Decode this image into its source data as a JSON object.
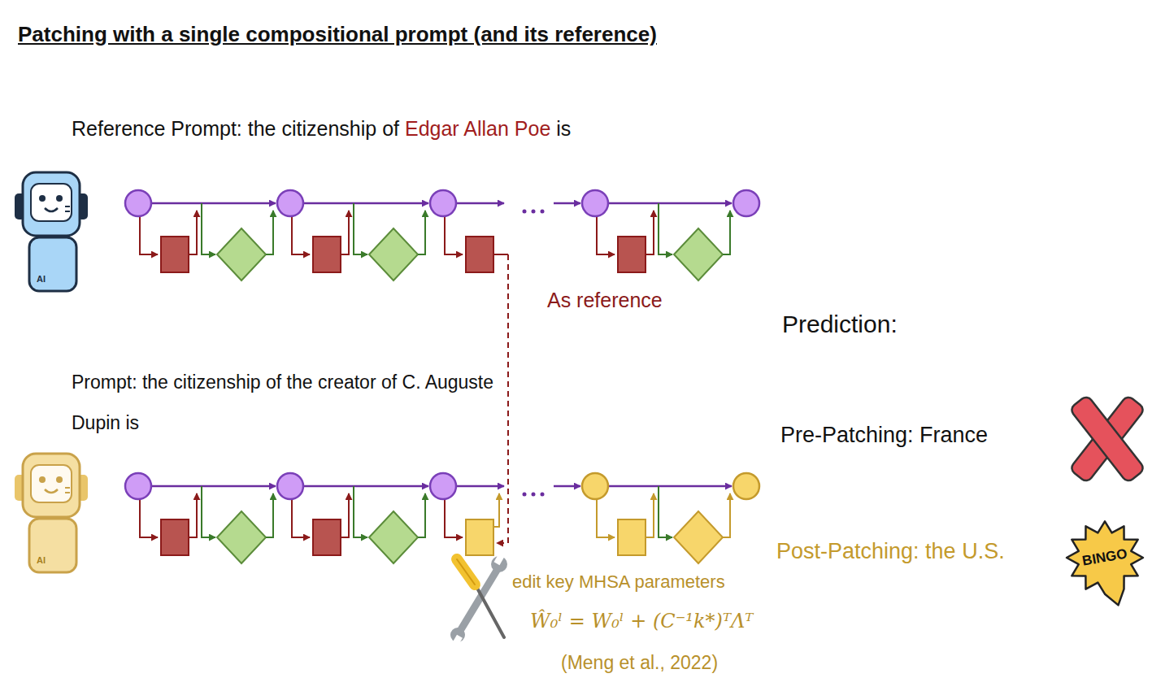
{
  "diagram": {
    "title": "Patching with a single compositional prompt (and its reference)",
    "nodes": [
      {
        "text": [
          "BINGO"
        ]
      }
    ],
    "labels": [
      "Reference Prompt: the citizenship of",
      "Edgar Allan Poe",
      "is",
      "AI",
      "As reference",
      "Prompt: the citizenship of the creator of C. Auguste Dupin is",
      "AI",
      "edit key MHSA parameters",
      "Ŵ₀ˡ = W₀ˡ + (C⁻¹k*)ᵀΛᵀ",
      "(Meng et al., 2022)",
      "Prediction:",
      "Pre-Patching: France",
      "Post-Patching: the U.S."
    ]
  }
}
